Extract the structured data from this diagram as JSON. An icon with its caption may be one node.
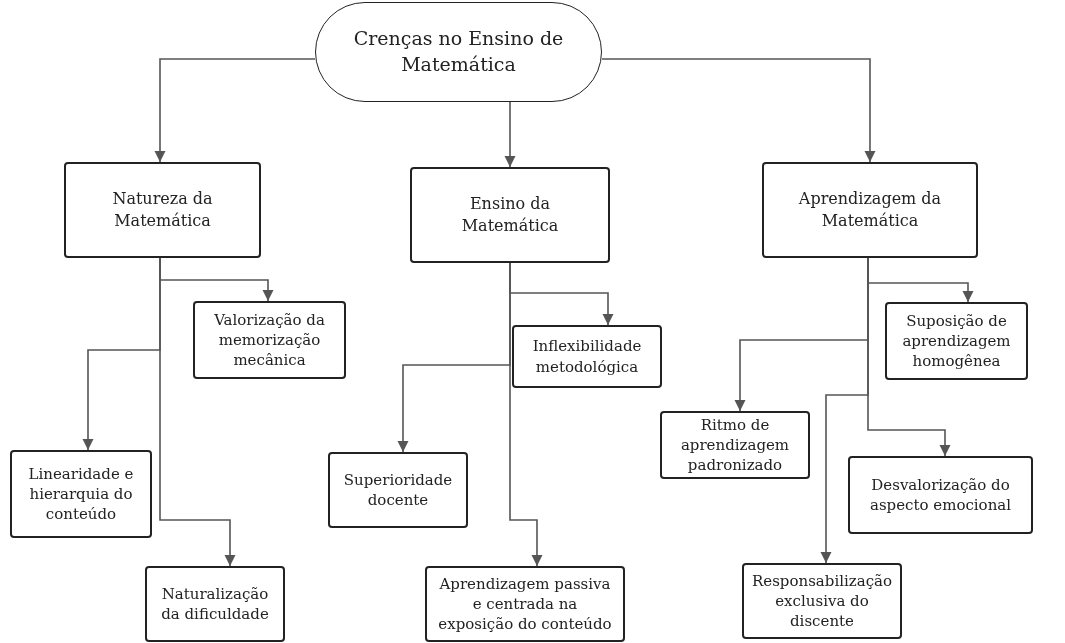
{
  "diagram": {
    "nodes": [
      {
        "text": [
          "Crenças no Ensino de Matemática"
        ]
      },
      {
        "text": [
          "Natureza da Matemática"
        ]
      },
      {
        "text": [
          "Ensino da Matemática"
        ]
      },
      {
        "text": [
          "Aprendizagem da Matemática"
        ]
      },
      {
        "text": [
          "Valorização da memorização mecânica"
        ]
      },
      {
        "text": [
          "Linearidade e hierarquia do conteúdo"
        ]
      },
      {
        "text": [
          "Naturalização da dificuldade"
        ]
      },
      {
        "text": [
          "Inflexibilidade metodológica"
        ]
      },
      {
        "text": [
          "Superioridade docente"
        ]
      },
      {
        "text": [
          "Aprendizagem passiva e centrada na exposição do conteúdo"
        ]
      },
      {
        "text": [
          "Suposição de aprendizagem homogênea"
        ]
      },
      {
        "text": [
          "Ritmo de aprendizagem padronizado"
        ]
      },
      {
        "text": [
          "Desvalorização do aspecto emocional"
        ]
      },
      {
        "text": [
          "Responsabilização exclusiva do discente"
        ]
      }
    ],
    "edges": [
      {
        "from": 0,
        "to": 1,
        "arrow": "to"
      },
      {
        "from": 0,
        "to": 2,
        "arrow": "to"
      },
      {
        "from": 0,
        "to": 3,
        "arrow": "to"
      },
      {
        "from": 1,
        "to": 4,
        "arrow": "to"
      },
      {
        "from": 1,
        "to": 5,
        "arrow": "to"
      },
      {
        "from": 1,
        "to": 6,
        "arrow": "to"
      },
      {
        "from": 2,
        "to": 7,
        "arrow": "to"
      },
      {
        "from": 2,
        "to": 8,
        "arrow": "to"
      },
      {
        "from": 2,
        "to": 9,
        "arrow": "to"
      },
      {
        "from": 3,
        "to": 10,
        "arrow": "to"
      },
      {
        "from": 3,
        "to": 11,
        "arrow": "to"
      },
      {
        "from": 3,
        "to": 12,
        "arrow": "to"
      },
      {
        "from": 3,
        "to": 13,
        "arrow": "to"
      }
    ]
  }
}
